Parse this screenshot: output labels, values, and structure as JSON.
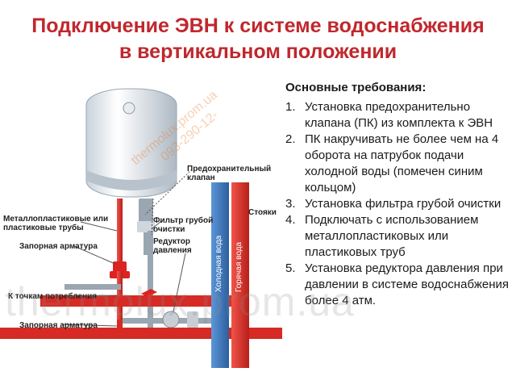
{
  "title": {
    "line1": "Подключение ЭВН к системе водоснабжения",
    "line2": "в вертикальном положении"
  },
  "requirements": {
    "heading": "Основные требования:",
    "items": [
      {
        "num": "1.",
        "text": "Установка предохранительно клапана (ПК) из комплекта к ЭВН"
      },
      {
        "num": "2.",
        "text": "ПК накручивать не более чем на 4 оборота на патрубок подачи холодной воды (помечен синим кольцом)"
      },
      {
        "num": "3.",
        "text": "Установка фильтра грубой очистки"
      },
      {
        "num": "4.",
        "text": "Подключать с использованием металлопластиковых или пластиковых труб"
      },
      {
        "num": "5.",
        "text": "Установка редуктора давления при давлении в системе водоснабжения более 4 атм."
      }
    ]
  },
  "labels": {
    "safety_valve": "Предохранительный клапан",
    "risers": "Стояки",
    "filter": "Фильтр грубой очистки",
    "reducer": "Редуктор давления",
    "pipes": "Металлопластиковые или пластиковые трубы",
    "shutoff_top": "Запорная арматура",
    "consumers": "К точкам потребления",
    "shutoff_bottom": "Запорная арматура",
    "cold_water": "Холодная вода",
    "hot_water": "Горячая вода"
  },
  "watermark": "thermolux.prom.ua",
  "stamp": "thermolux.prom.ua",
  "stamp2": "093-290-12-",
  "colors": {
    "title": "#c0272d",
    "hot_pipe": "#e0322c",
    "cold_pipe": "#3a78c2",
    "tank": "#f2f4f6"
  }
}
